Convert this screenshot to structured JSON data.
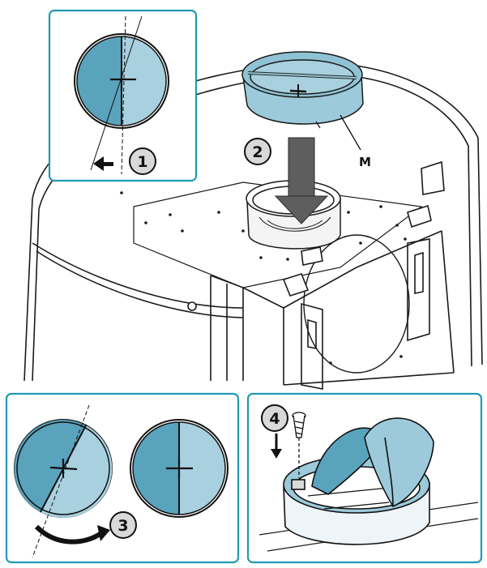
{
  "steps": [
    {
      "number": "1"
    },
    {
      "number": "2"
    },
    {
      "number": "3"
    },
    {
      "number": "4"
    }
  ],
  "callouts": {
    "m_label": "M"
  },
  "colors": {
    "flap_dark": "#5aa3bd",
    "flap_light": "#a9d0df",
    "frame_border": "#1f9bb3",
    "line": "#1a1a1a"
  }
}
